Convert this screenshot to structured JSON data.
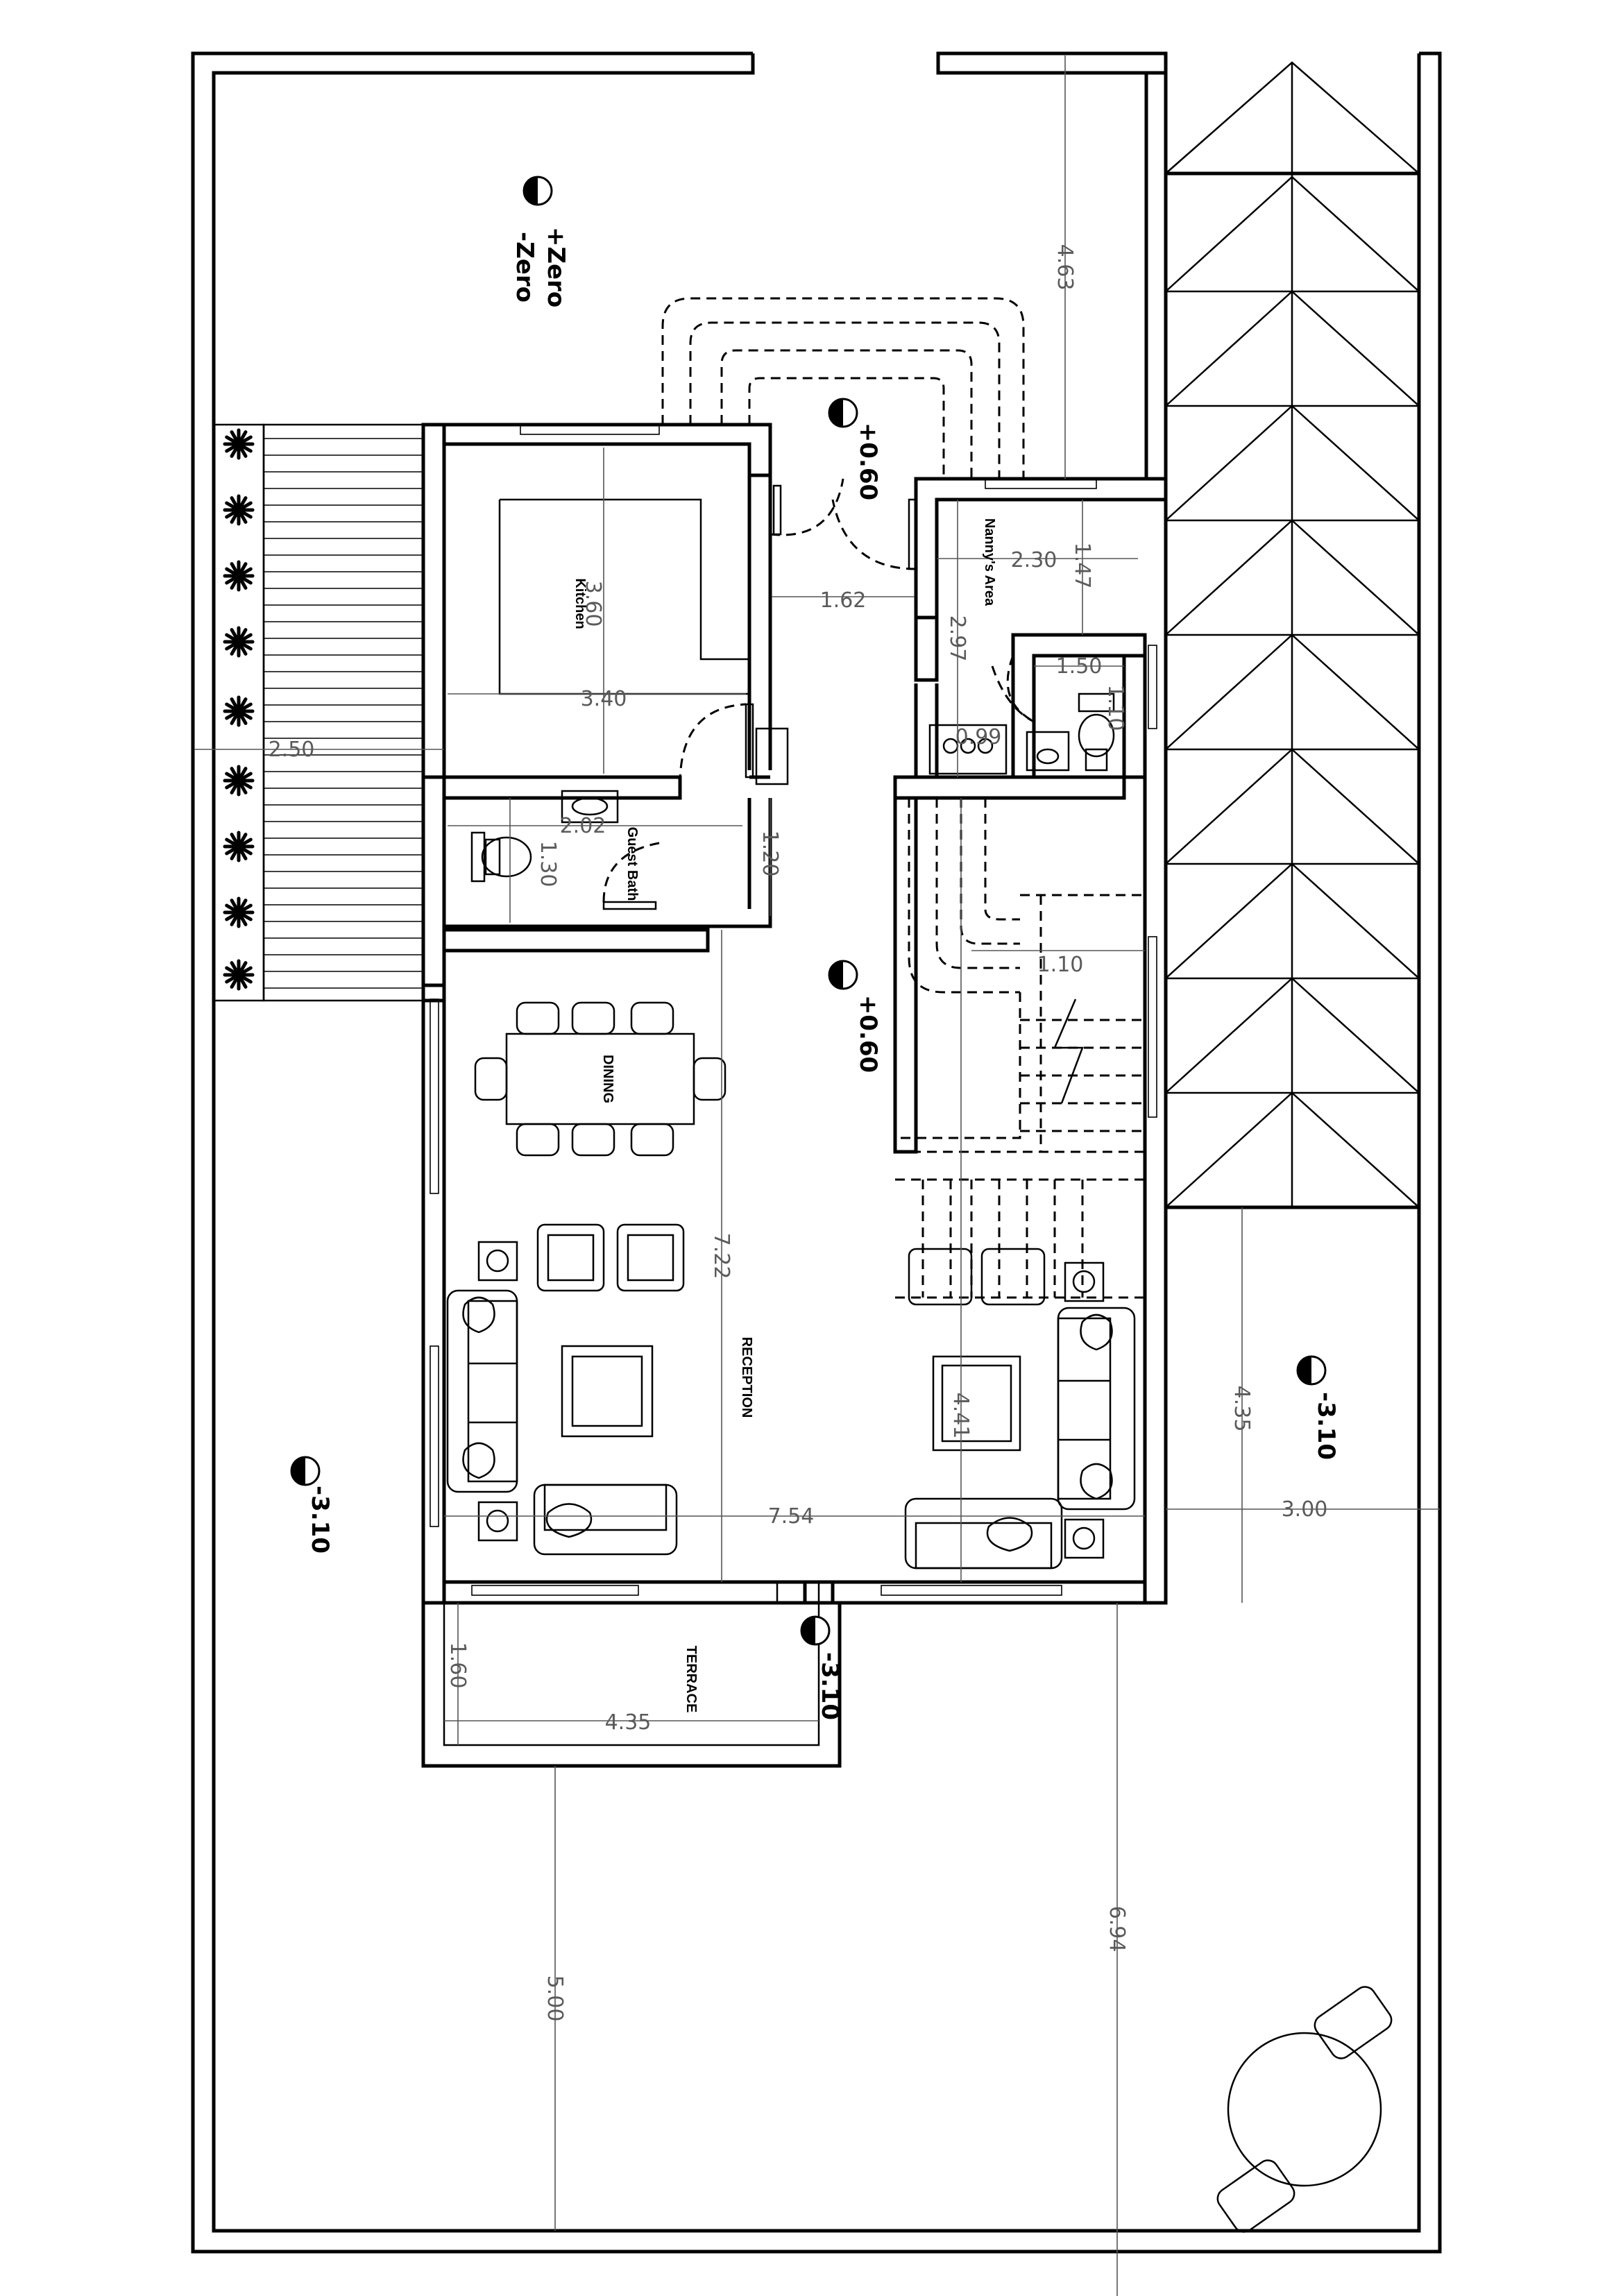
{
  "rooms": {
    "kitchen": "Kitchen",
    "guest_bath": "Guest Bath",
    "nanny": "Nanny's Area",
    "dining": "DINING",
    "reception": "RECEPTION",
    "terrace": "TERRACE"
  },
  "levels": {
    "plus_zero": "+Zero",
    "minus_zero": "-Zero",
    "top_060": "+0.60",
    "mid_060": "+0.60",
    "left_310": "-3.10",
    "right_310": "-3.10",
    "bottom_310": "-3.10"
  },
  "dimensions": {
    "d_463": "4.63",
    "d_360": "3.60",
    "d_340": "3.40",
    "d_162": "1.62",
    "d_230": "2.30",
    "d_147": "1.47",
    "d_297": "2.97",
    "d_150": "1.50",
    "d_110a": "1.10",
    "d_099": "0.99",
    "d_250": "2.50",
    "d_202": "2.02",
    "d_130": "1.30",
    "d_120": "1.20",
    "d_110b": "1.10",
    "d_722": "7.22",
    "d_441": "4.41",
    "d_754": "7.54",
    "d_435r": "4.35",
    "d_300": "3.00",
    "d_160": "1.60",
    "d_435t": "4.35",
    "d_500": "5.00",
    "d_694": "6.94"
  }
}
